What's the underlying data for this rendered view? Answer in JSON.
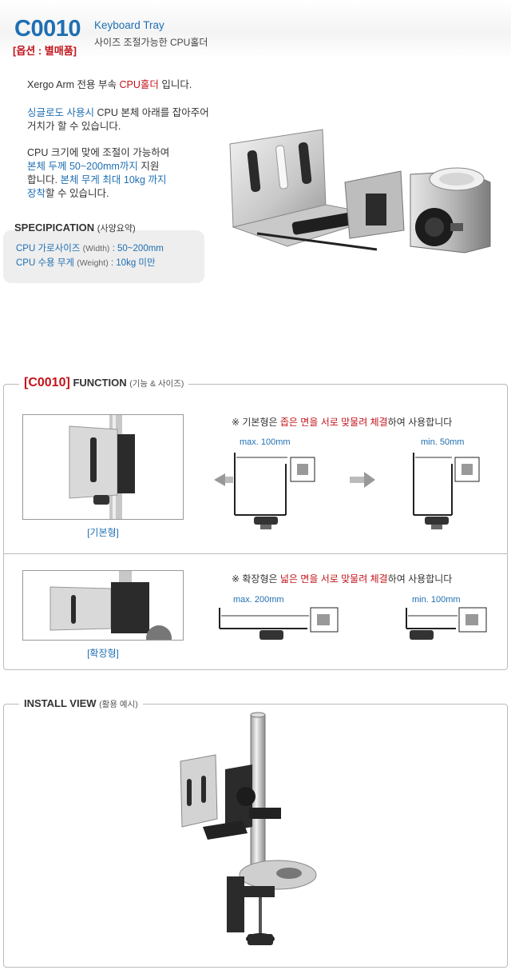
{
  "header": {
    "code": "C0010",
    "option": "[옵션 : 별매품]",
    "subtitle": "Keyboard Tray",
    "description": "사이즈 조절가능한 CPU홀더"
  },
  "intro": {
    "line1": {
      "a": "Xergo Arm 전용 부속 ",
      "b": "CPU홀더",
      "c": " 입니다."
    },
    "line2": {
      "a": "싱글로도 사용시",
      "b": " CPU 본체 아래를 잡아주어"
    },
    "line3": "거치가 할 수 있습니다.",
    "line4": "CPU 크기에 맞에 조절이 가능하여",
    "line5": {
      "a": "본체 두께 50~200mm까지",
      "b": " 지원"
    },
    "line6": {
      "a": "합니다. ",
      "b": "본체 무게 최대 10kg 까지"
    },
    "line7": {
      "a": "장착",
      "b": "할 수 있습니다."
    }
  },
  "spec": {
    "title": "SPECIPICATION",
    "title_sub": "(사양요약)",
    "row1": {
      "label": "CPU 가로사이즈",
      "unit": "(Width)",
      "value": "50~200mm"
    },
    "row2": {
      "label": "CPU 수용 무게",
      "unit": "(Weight)",
      "value": "10kg 미만"
    }
  },
  "function": {
    "code": "[C0010]",
    "title": "FUNCTION",
    "title_sub": "(기능 & 사이즈)",
    "basic": {
      "caption": "[기본형]",
      "note": {
        "a": "※ 기본형은 ",
        "b": "좁은 면을 서로 맞물려 체결",
        "c": "하여 사용합니다"
      },
      "max": "max. 100mm",
      "min": "min. 50mm"
    },
    "extended": {
      "caption": "[확장형]",
      "note": {
        "a": "※ 확장형은 ",
        "b": "넓은 면을 서로 맞물려 체결",
        "c": "하여 사용합니다"
      },
      "max": "max. 200mm",
      "min": "min. 100mm"
    }
  },
  "install": {
    "title": "INSTALL VIEW",
    "title_sub": "(활용 예시)"
  }
}
